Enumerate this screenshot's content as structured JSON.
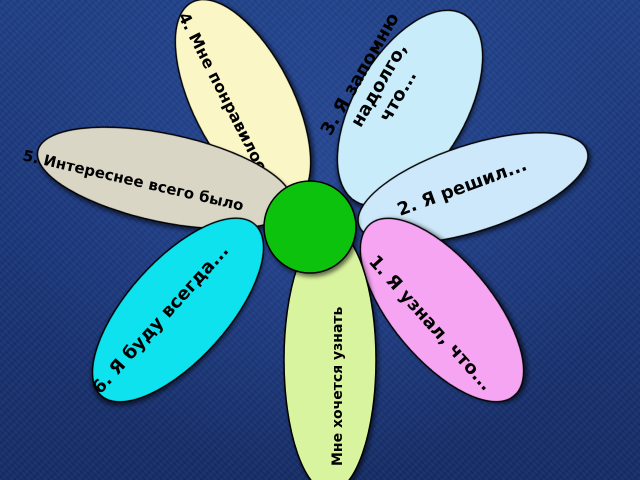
{
  "petals": [
    {
      "text": "1. Я узнал, что...",
      "color": "#f6a5f3"
    },
    {
      "text": "2. Я решил...",
      "color": "#cde8fa"
    },
    {
      "text": "3. Я запомню",
      "text2": "надолго,",
      "text3": "что...",
      "color": "#c9ecfb"
    },
    {
      "text": "4. Мне понравилось...",
      "color": "#fbf6c6"
    },
    {
      "text": "5. Интереснее всего было",
      "color": "#d9d6c6"
    },
    {
      "text": "6. Я буду всегда...",
      "color": "#10e2ee"
    },
    {
      "text": "Мне хочется узнать",
      "color": "#d9f49f"
    }
  ],
  "center_color": "#11c211"
}
